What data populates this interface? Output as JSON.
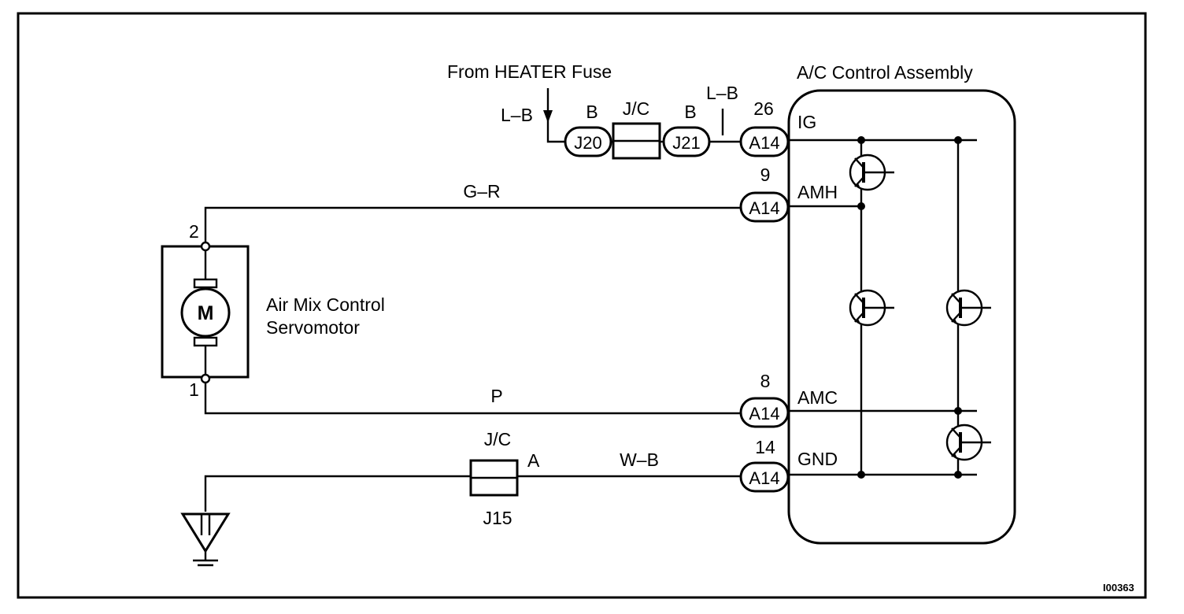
{
  "figure_id": "I00363",
  "heater_source": "From HEATER Fuse",
  "ac_assembly": {
    "title": "A/C Control Assembly",
    "terminals": [
      {
        "pin": "26",
        "connector": "A14",
        "name": "IG"
      },
      {
        "pin": "9",
        "connector": "A14",
        "name": "AMH"
      },
      {
        "pin": "8",
        "connector": "A14",
        "name": "AMC"
      },
      {
        "pin": "14",
        "connector": "A14",
        "name": "GND"
      }
    ]
  },
  "servomotor": {
    "name_line1": "Air Mix Control",
    "name_line2": "Servomotor",
    "symbol": "M",
    "pin_top": "2",
    "pin_bottom": "1"
  },
  "wires": {
    "heater_in": "L–B",
    "heater_out": "L–B",
    "amh": "G–R",
    "amc": "P",
    "ground": "W–B"
  },
  "junction_top": {
    "label": "J/C",
    "left_connector": "J20",
    "right_connector": "J21",
    "left_pin": "B",
    "right_pin": "B"
  },
  "junction_bottom": {
    "label": "J/C",
    "connector": "J15",
    "pin": "A"
  },
  "icons": [
    "ground-symbol-icon",
    "motor-icon",
    "transistor-icon",
    "arrow-down-icon"
  ]
}
